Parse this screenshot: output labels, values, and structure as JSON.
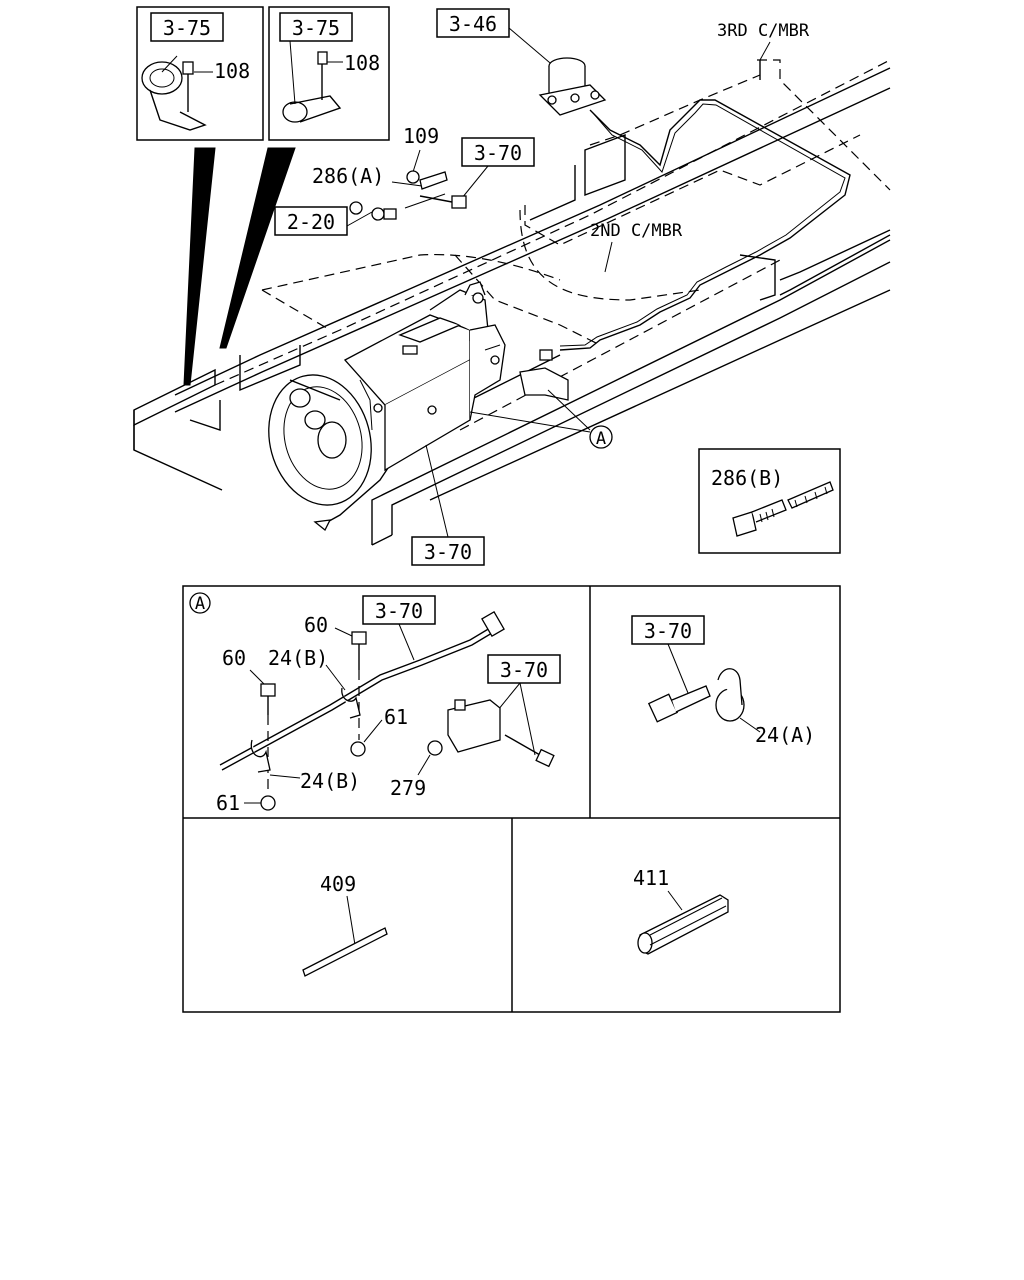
{
  "refs": {
    "ref_3_75_a": "3-75",
    "ref_3_75_b": "3-75",
    "ref_3_46": "3-46",
    "ref_3_70_top": "3-70",
    "ref_2_20": "2-20",
    "ref_3_70_bottom": "3-70",
    "ref_3_70_detail_a_cable": "3-70",
    "ref_3_70_detail_a_bracket": "3-70",
    "ref_3_70_detail_clip": "3-70"
  },
  "labels": {
    "third_crossmember": "3RD C/MBR",
    "second_crossmember": "2ND C/MBR",
    "part_108_a": "108",
    "part_108_b": "108",
    "part_109": "109",
    "part_286a": "286(A)",
    "part_286b": "286(B)",
    "callout_a": "A",
    "detail_a_marker": "A",
    "part_60_a": "60",
    "part_60_b": "60",
    "part_24b_a": "24(B)",
    "part_24b_b": "24(B)",
    "part_61_a": "61",
    "part_61_b": "61",
    "part_279": "279",
    "part_24a": "24(A)",
    "part_409": "409",
    "part_411": "411"
  }
}
